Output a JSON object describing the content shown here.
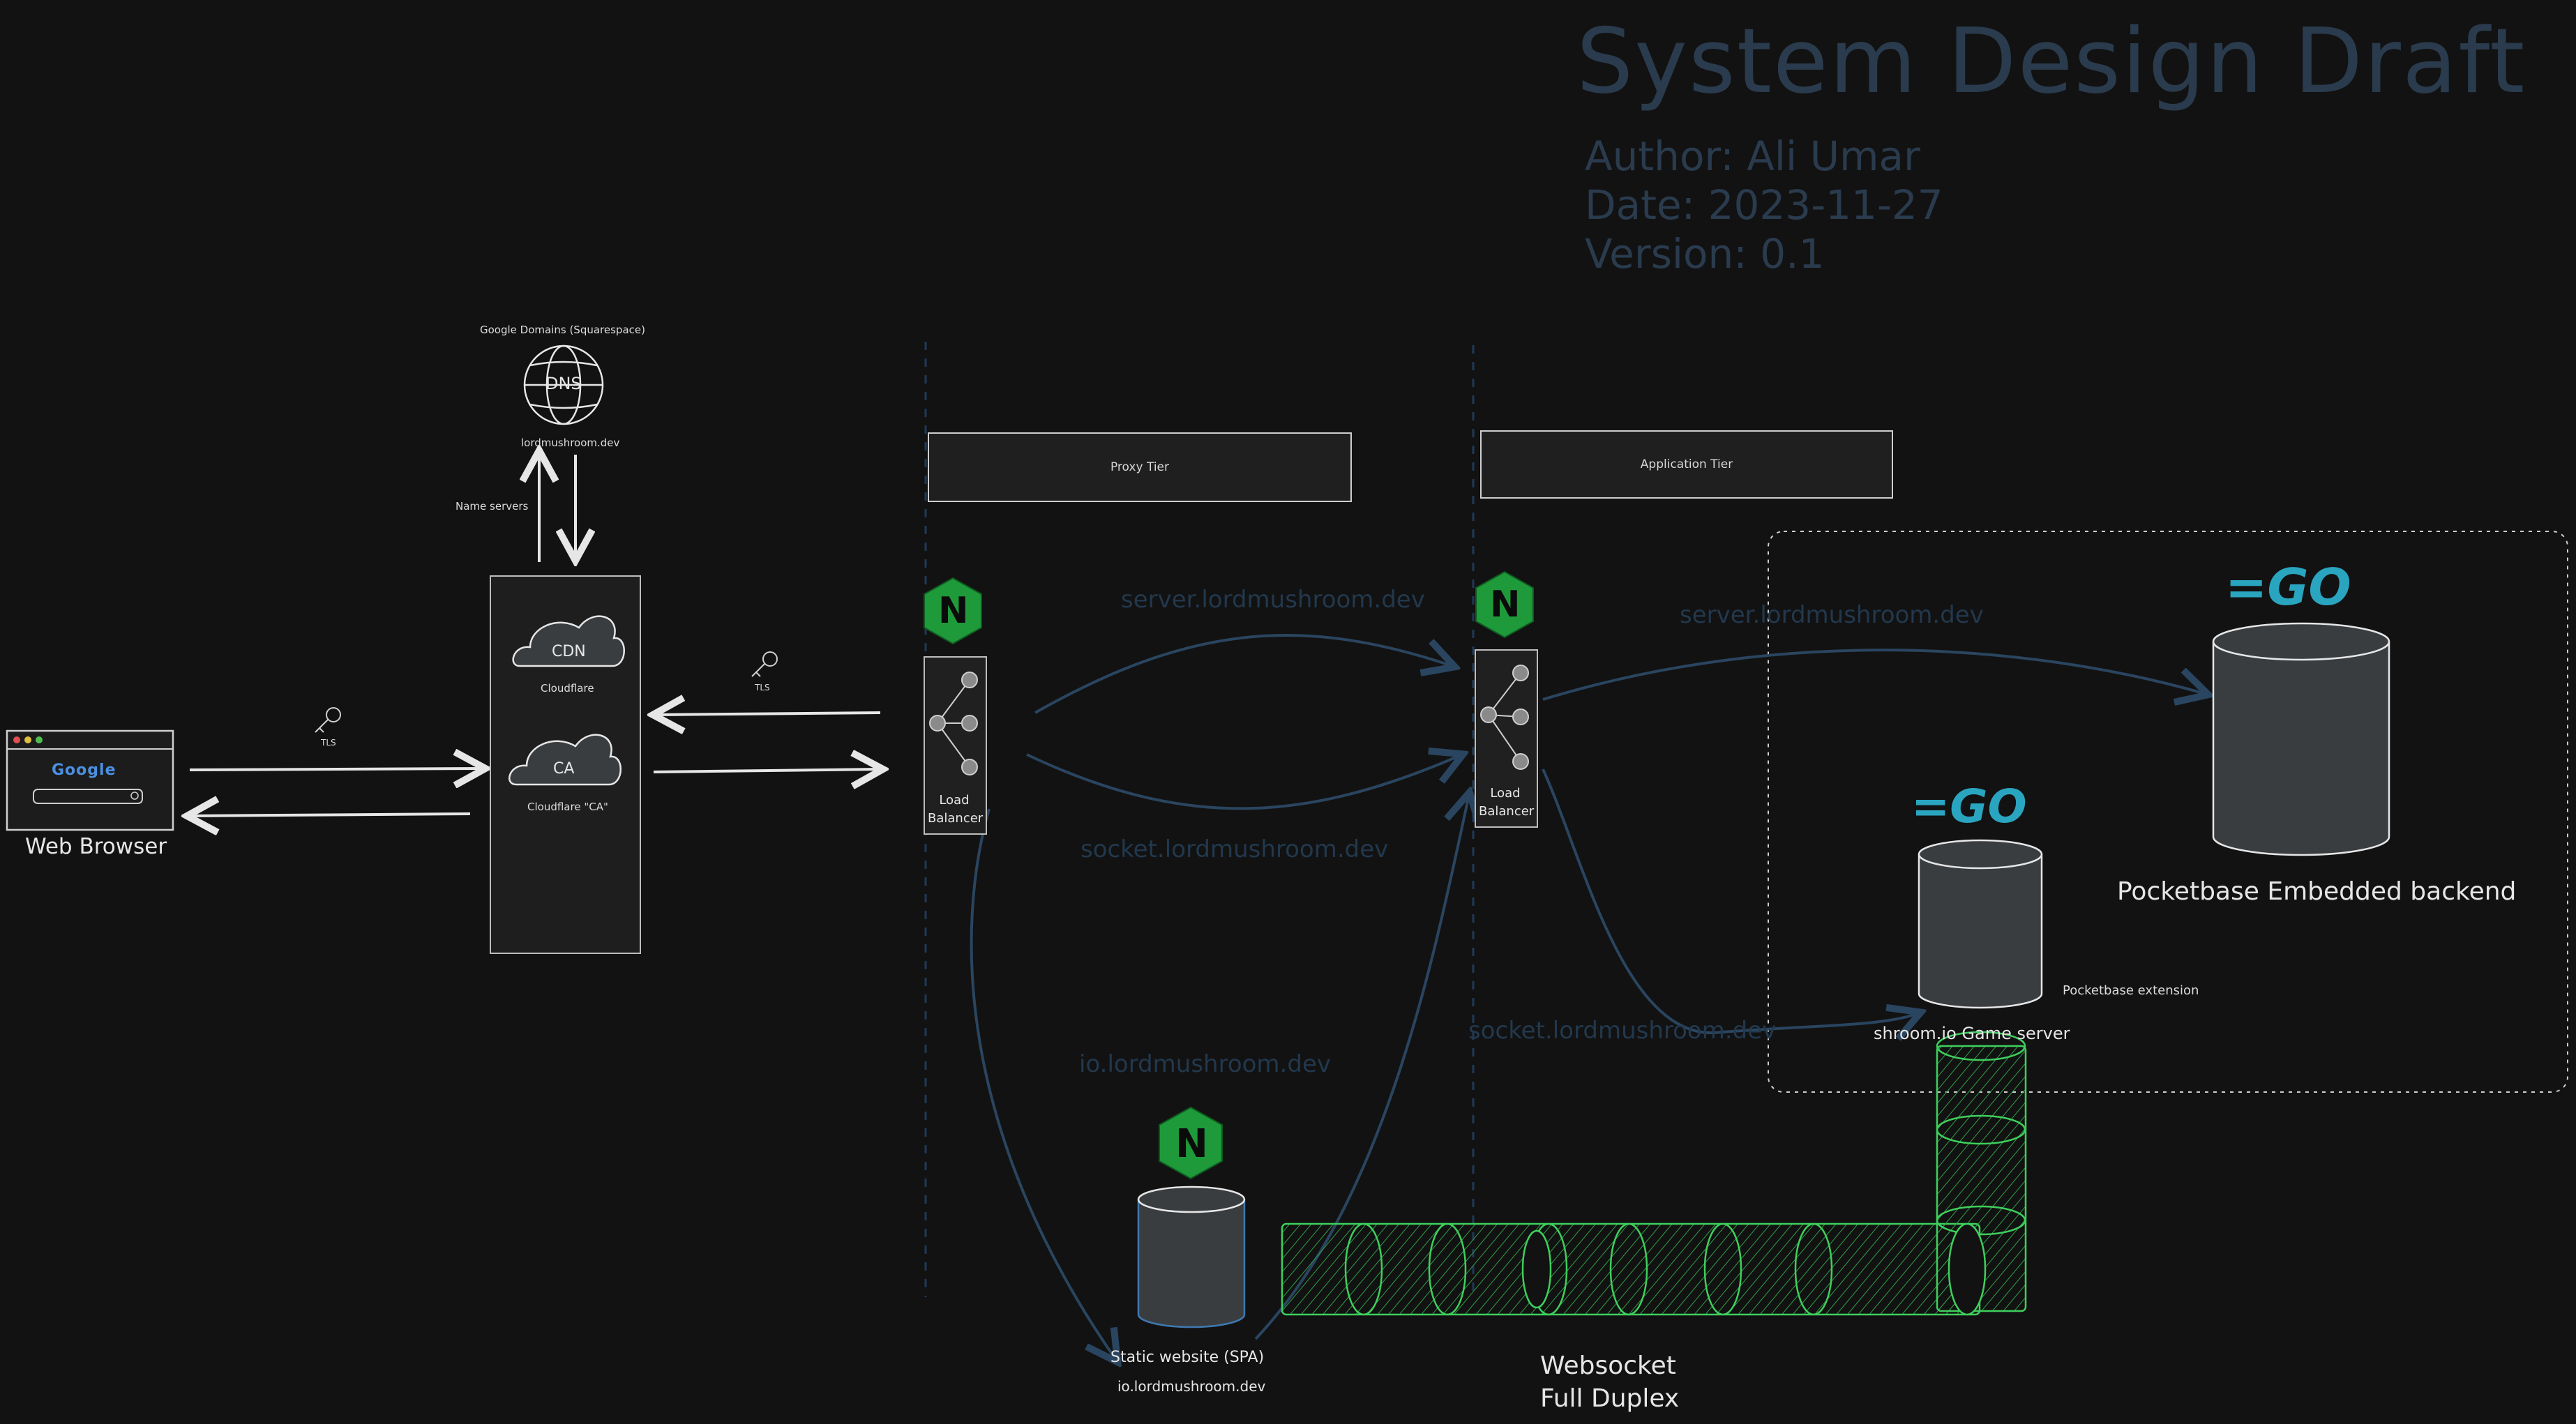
{
  "header": {
    "title": "System Design Draft",
    "author": "Author: Ali Umar",
    "date": "Date: 2023-11-27",
    "version": "Version: 0.1"
  },
  "browser": {
    "label": "Web Browser",
    "search_logo": "Google"
  },
  "dns": {
    "icon_text": "DNS",
    "provider": "Google Domains (Squarespace)",
    "domain": "lordmushroom.dev",
    "arrow_label": "Name servers"
  },
  "edge": {
    "cdn_text": "CDN",
    "cdn_caption": "Cloudflare",
    "ca_text": "CA",
    "ca_caption": "Cloudflare \"CA\""
  },
  "tls": {
    "label_1": "TLS",
    "label_2": "TLS"
  },
  "tiers": {
    "proxy": "Proxy Tier",
    "application": "Application Tier"
  },
  "load_balancers": {
    "proxy_lb": "Load Balancer",
    "app_lb": "Load Balancer",
    "nginx_glyph": "N"
  },
  "routes": {
    "server_1": "server.lordmushroom.dev",
    "socket_1": "socket.lordmushroom.dev",
    "io": "io.lordmushroom.dev",
    "server_2": "server.lordmushroom.dev",
    "socket_2": "socket.lordmushroom.dev"
  },
  "go_logo": "=GO",
  "pocketbase": {
    "label": "Pocketbase Embedded backend"
  },
  "game_server": {
    "label": "shroom.io Game server",
    "extension": "Pocketbase extension"
  },
  "static_site": {
    "label": "Static website (SPA)",
    "domain": "io.lordmushroom.dev"
  },
  "websocket": {
    "line1": "Websocket",
    "line2": "Full Duplex"
  },
  "colors": {
    "background": "#121212",
    "arrow_white": "#e6e6e6",
    "arrow_blue": "#2a4560",
    "nginx": "#1f9a3a",
    "go": "#2aa5c0",
    "tube": "#3ecf5c"
  }
}
